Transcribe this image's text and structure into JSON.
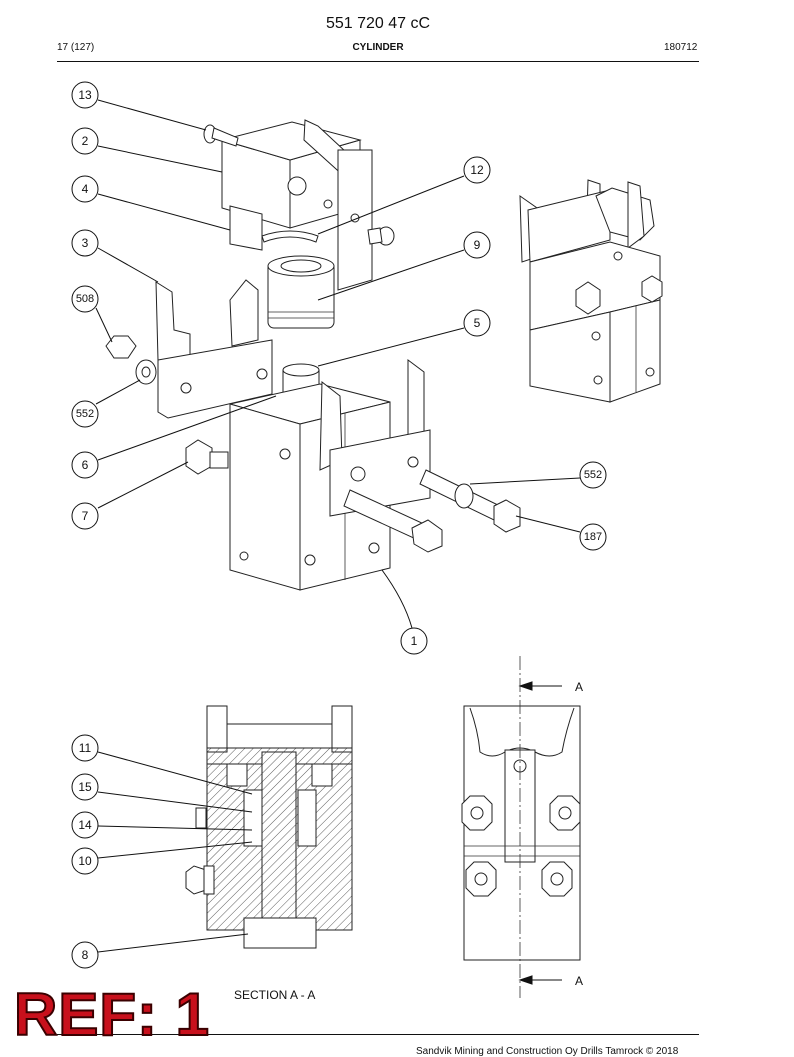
{
  "header": {
    "document_number": "551 720 47 cC",
    "page": "17 (127)",
    "title": "CYLINDER",
    "date": "180712"
  },
  "callouts": {
    "c13": "13",
    "c2": "2",
    "c4": "4",
    "c3": "3",
    "c508": "508",
    "c552a": "552",
    "c6": "6",
    "c7": "7",
    "c12": "12",
    "c9": "9",
    "c5": "5",
    "c552b": "552",
    "c187": "187",
    "c1": "1",
    "c11": "11",
    "c15": "15",
    "c14": "14",
    "c10": "10",
    "c8": "8"
  },
  "section_marks": {
    "top": "A",
    "bottom": "A"
  },
  "section_label": "SECTION A - A",
  "footer": {
    "copyright": "Sandvik Mining and Construction Oy Drills Tamrock © 2018"
  },
  "stamp": "REF: 1"
}
